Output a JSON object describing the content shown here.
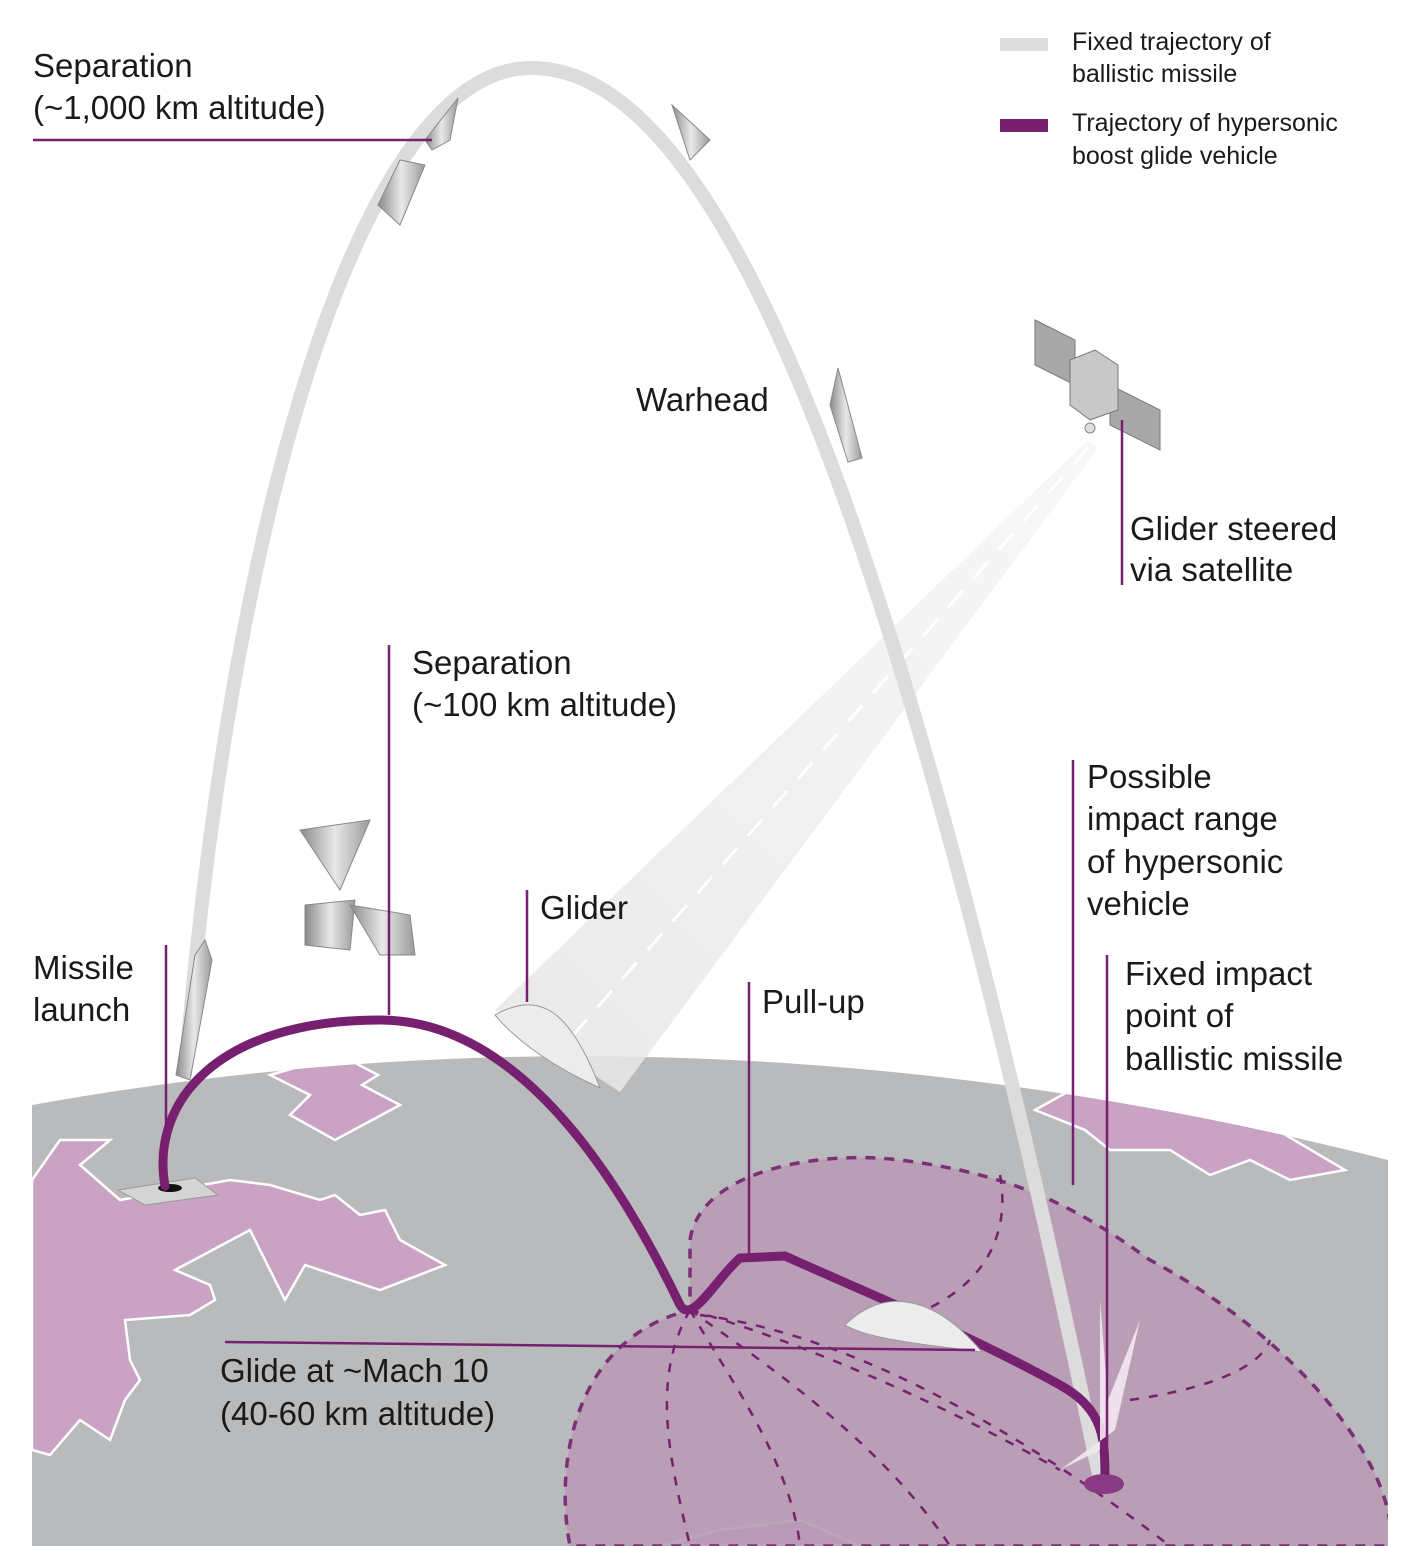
{
  "colors": {
    "purple": "#76206f",
    "ballistic": "#dcdcdc",
    "earth": "#b9babc",
    "land": "#c9a2c4",
    "range": "#b99bb6"
  },
  "legend": [
    {
      "line1": "Fixed trajectory of",
      "line2": "ballistic missile"
    },
    {
      "line1": "Trajectory of hypersonic",
      "line2": "boost glide vehicle"
    }
  ],
  "labels": {
    "sep1000": {
      "line1": "Separation",
      "line2": "(~1,000 km altitude)"
    },
    "warhead": "Warhead",
    "satellite": {
      "line1": "Glider steered",
      "line2": "via satellite"
    },
    "sep100": {
      "line1": "Separation",
      "line2": "(~100 km altitude)"
    },
    "glider": "Glider",
    "launch": {
      "line1": "Missile",
      "line2": "launch"
    },
    "pullup": "Pull-up",
    "range": {
      "line1": "Possible",
      "line2": "impact range",
      "line3": "of hypersonic",
      "line4": "vehicle"
    },
    "fixed_impact": {
      "line1": "Fixed impact",
      "line2": "point of",
      "line3": "ballistic missile"
    },
    "glide": {
      "line1": "Glide at ~Mach 10",
      "line2": "(40-60 km altitude)"
    }
  }
}
